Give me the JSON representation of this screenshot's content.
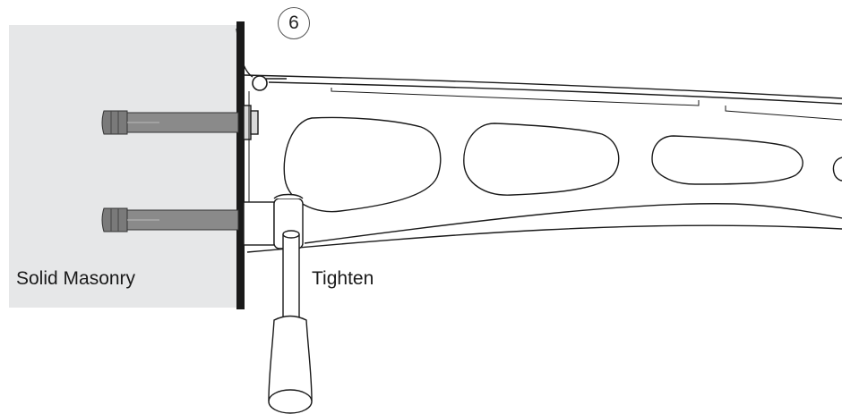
{
  "step": {
    "number": "6"
  },
  "labels": {
    "masonry": "Solid Masonry",
    "action": "Tighten"
  },
  "colors": {
    "masonry_fill": "#e6e7e8",
    "anchor_fill": "#808080",
    "line": "#1a1a1a",
    "wall_plate": "#1a1a1a"
  }
}
